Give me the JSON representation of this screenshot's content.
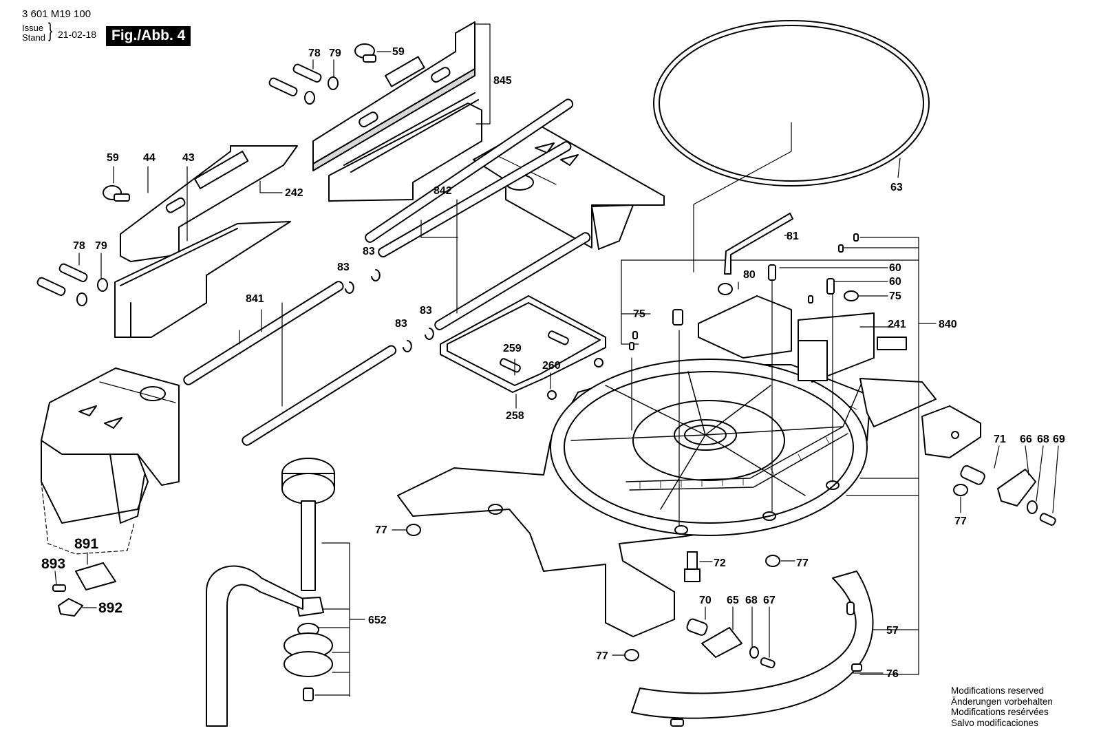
{
  "header": {
    "part_number": "3 601 M19 100",
    "issue_label": "Issue",
    "stand_label": "Stand",
    "issue_date": "21-02-18",
    "figure_label": "Fig./Abb. 4"
  },
  "notes": [
    "Modifications reserved",
    "Änderungen vorbehalten",
    "Modifications resérvées",
    "Salvo modificaciones"
  ],
  "part_labels": [
    "78",
    "79",
    "59",
    "845",
    "59",
    "44",
    "43",
    "242",
    "78",
    "79",
    "842",
    "83",
    "83",
    "841",
    "83",
    "83",
    "259",
    "260",
    "258",
    "63",
    "81",
    "80",
    "60",
    "60",
    "75",
    "75",
    "241",
    "840",
    "71",
    "66",
    "68",
    "69",
    "77",
    "77",
    "72",
    "77",
    "70",
    "65",
    "68",
    "67",
    "57",
    "76",
    "77",
    "891",
    "893",
    "892",
    "652"
  ],
  "colors": {
    "line": "#000000",
    "fill": "#ffffff",
    "shade": "#d4d4d4"
  }
}
